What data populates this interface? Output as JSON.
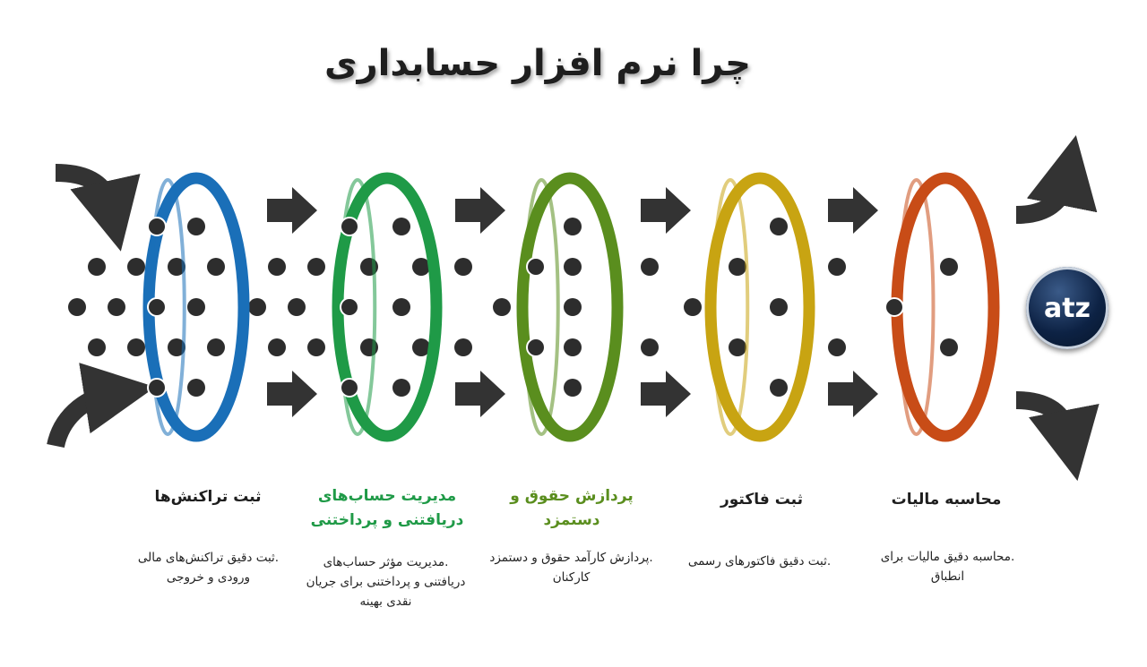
{
  "title": "چرا نرم افزار حسابداری",
  "logo_text": "atz",
  "colors": {
    "dot": "#2d2d2d",
    "arrow": "#333333"
  },
  "steps": [
    {
      "title": "ثبت تراکنش‌ها",
      "desc": ".ثبت دقیق تراکنش‌های مالی ورودی و خروجی",
      "color": "#1a6fb8"
    },
    {
      "title": "مدیریت حساب‌های دریافتنی و پرداختنی",
      "desc": ".مدیریت مؤثر حساب‌های دریافتنی و پرداختنی برای جریان نقدی بهینه",
      "color": "#1f9a47"
    },
    {
      "title": "پردازش حقوق و دستمزد",
      "desc": ".پردازش کارآمد حقوق و دستمزد کارکنان",
      "color": "#5a8e1e"
    },
    {
      "title": "ثبت فاکتور",
      "desc": ".ثبت دقیق فاکتورهای رسمی",
      "color": "#c8a412"
    },
    {
      "title": "محاسبه مالیات",
      "desc": ".محاسبه دقیق مالیات برای انطباق",
      "color": "#c84c17"
    }
  ]
}
